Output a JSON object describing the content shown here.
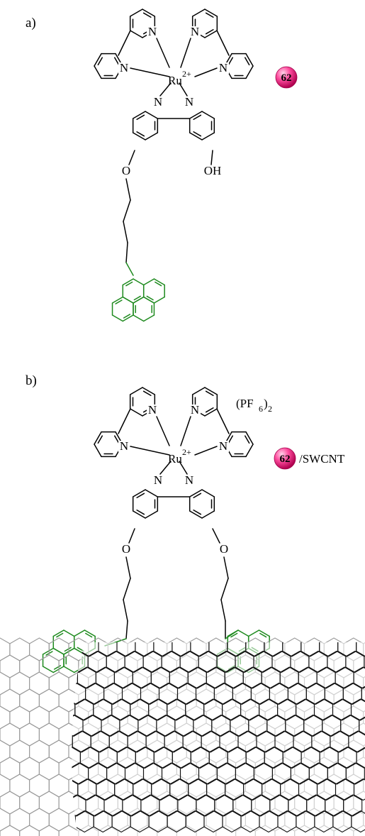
{
  "panel_a": {
    "label": "a)",
    "metal": "Ru",
    "charge": "2+",
    "nitrogen": "N",
    "oxygen": "O",
    "hydroxyl": "OH",
    "compound_number": "62"
  },
  "panel_b": {
    "label": "b)",
    "metal": "Ru",
    "charge": "2+",
    "nitrogen": "N",
    "oxygen": "O",
    "counterion_base": "(PF",
    "counterion_sub6": "6",
    "counterion_close": ")",
    "counterion_sub2": "2",
    "compound_number": "62",
    "compound_suffix": "/SWCNT"
  },
  "colors": {
    "bonds": "#000000",
    "pyrene": "#1e8a1e",
    "nanotube_front": "#111111",
    "nanotube_back": "#9a9a9a",
    "badge": "#e8157a"
  }
}
